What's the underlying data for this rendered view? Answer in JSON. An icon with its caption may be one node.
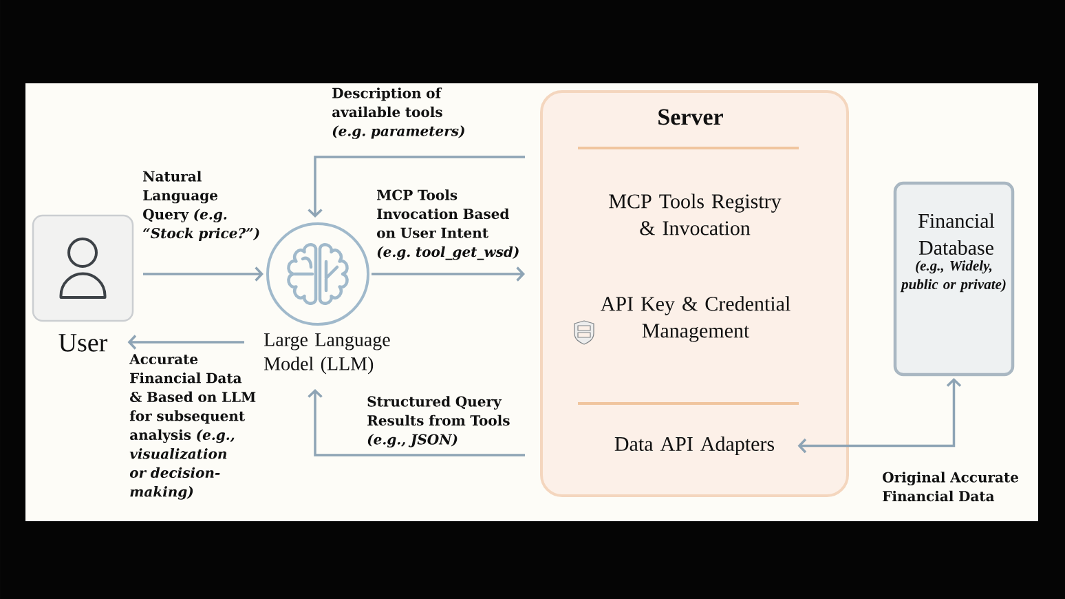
{
  "diagram": {
    "nodes": [
      {
        "text": [
          "User"
        ]
      },
      {
        "text": [
          "Large Language Model (LLM)"
        ]
      },
      {
        "text": [
          "Server"
        ]
      },
      {
        "text": [
          "MCP Tools Registry & Invocation"
        ],
        "in": 2
      },
      {
        "text": [
          "API Key & Credential Management"
        ],
        "in": 2
      },
      {
        "text": [
          "Data API Adapters"
        ],
        "in": 2
      },
      {
        "text": [
          "Financial Database",
          "(e.g., Widely, public or private)"
        ]
      }
    ],
    "edges": [
      {
        "from": 0,
        "to": 1,
        "arrow": "to",
        "label": "Natural Language Query *(e.g. “Stock price?”)*"
      },
      {
        "from": 1,
        "to": 2,
        "arrow": "to",
        "label": "MCP Tools Invocation Based on User Intent *(e.g. tool_get_wsd)*"
      },
      {
        "from": 2,
        "to": 1,
        "arrow": "to",
        "label": "Description of available tools *(e.g. parameters)*"
      },
      {
        "from": 2,
        "to": 1,
        "arrow": "to",
        "label": "Structured Query Results from Tools *(e.g., JSON)*"
      },
      {
        "from": 1,
        "to": 0,
        "arrow": "to",
        "label": "Accurate Financial Data & Based on LLM for subsequent analysis *(e.g., visualization or decision-making)*"
      },
      {
        "from": 6,
        "to": 5,
        "arrow": "both",
        "label": "Original Accurate Financial Data"
      }
    ]
  }
}
